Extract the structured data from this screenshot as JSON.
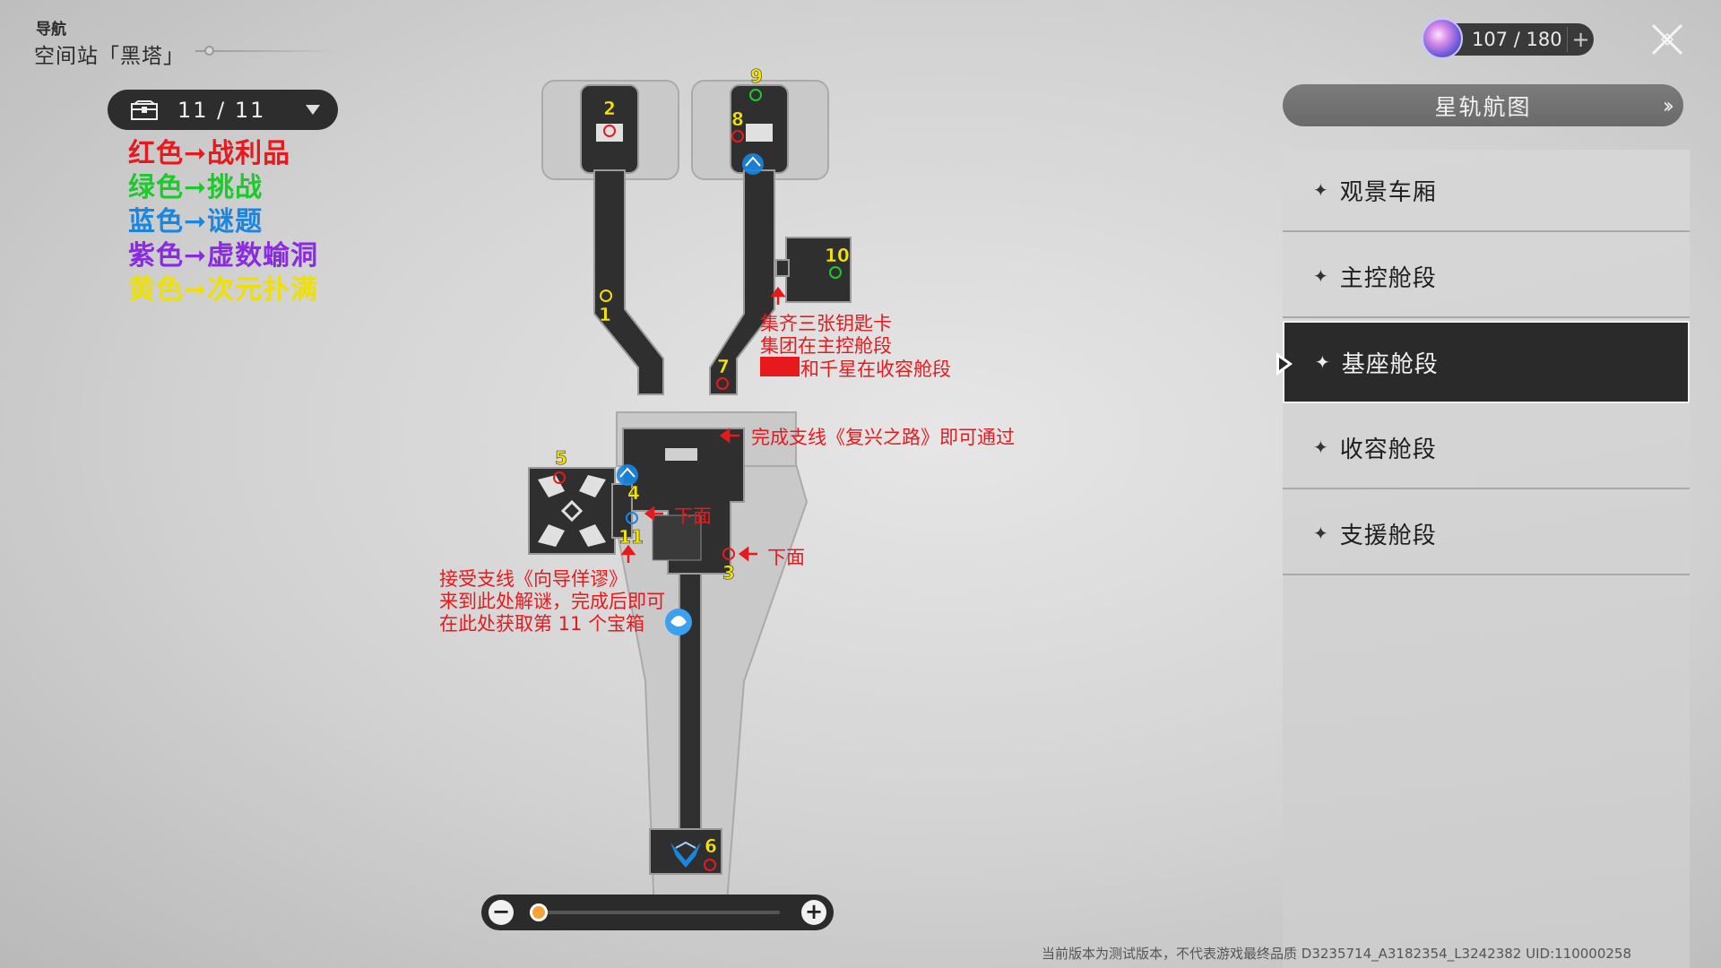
{
  "nav": {
    "title": "导航",
    "location": "空间站「黑塔」"
  },
  "chests": {
    "count": "11 / 11"
  },
  "legend": [
    {
      "text": "红色➞战利品",
      "color": "#e8191c"
    },
    {
      "text": "绿色➞挑战",
      "color": "#1ec92e"
    },
    {
      "text": "蓝色➞谜题",
      "color": "#1a86e0"
    },
    {
      "text": "紫色➞虚数蝓洞",
      "color": "#8a2be2"
    },
    {
      "text": "黄色➞次元扑满",
      "color": "#f0e000"
    }
  ],
  "stamina": {
    "value": "107 / 180",
    "plus": "+"
  },
  "route_map": {
    "label": "星轨航图"
  },
  "areas": [
    {
      "label": "观景车厢",
      "selected": false
    },
    {
      "label": "主控舱段",
      "selected": false
    },
    {
      "label": "基座舱段",
      "selected": true
    },
    {
      "label": "收容舱段",
      "selected": false
    },
    {
      "label": "支援舱段",
      "selected": false
    }
  ],
  "zoom": {
    "level": 0.0,
    "minus": "−",
    "plus": "+"
  },
  "footer": "当前版本为测试版本，不代表游戏最终品质 D3235714_A3182354_L3242382 UID:110000258",
  "map_numbers": [
    "1",
    "2",
    "3",
    "4",
    "5",
    "6",
    "7",
    "8",
    "9",
    "10",
    "11"
  ],
  "annotations": {
    "keycard_1": "集齐三张钥匙卡",
    "keycard_2": "集团在主控舱段",
    "keycard_3": "和千星在收容舱段",
    "pass_quest": "完成支线《复兴之路》即可通过",
    "below_1": "下面",
    "below_2": "下面",
    "guide_1": "接受支线《向导佯谬》",
    "guide_2": "来到此处解谜，完成后即可",
    "guide_3": "在此处获取第 11 个宝箱"
  },
  "colors": {
    "red": "#e8191c",
    "green": "#1ec92e",
    "blue": "#1a86e0",
    "yellow": "#f0e000",
    "panel_dark": "#2a2a2a"
  }
}
